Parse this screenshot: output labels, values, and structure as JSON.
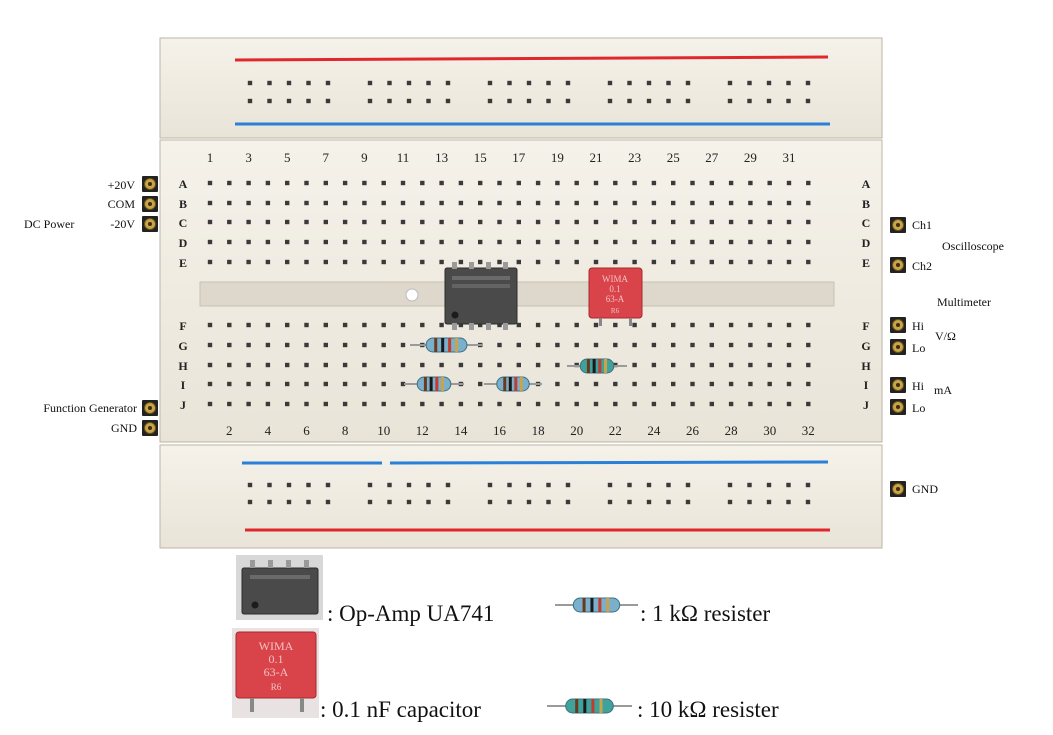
{
  "columns_top": [
    "1",
    "3",
    "5",
    "7",
    "9",
    "11",
    "13",
    "15",
    "17",
    "19",
    "21",
    "23",
    "25",
    "27",
    "29",
    "31"
  ],
  "columns_bottom": [
    "2",
    "4",
    "6",
    "8",
    "10",
    "12",
    "14",
    "16",
    "18",
    "20",
    "22",
    "24",
    "26",
    "28",
    "30",
    "32"
  ],
  "rows_top": [
    "A",
    "B",
    "C",
    "D",
    "E"
  ],
  "rows_bottom": [
    "F",
    "G",
    "H",
    "I",
    "J"
  ],
  "left_terminals": {
    "plus20v": "+20V",
    "com": "COM",
    "minus20v": "-20V",
    "dc_power": "DC Power",
    "function_generator": "Function Generator",
    "gnd": "GND"
  },
  "right_terminals": {
    "ch1": "Ch1",
    "ch2": "Ch2",
    "oscilloscope": "Oscilloscope",
    "multimeter": "Multimeter",
    "hi1": "Hi",
    "lo1": "Lo",
    "vohm": "V/Ω",
    "hi2": "Hi",
    "lo2": "Lo",
    "ma": "mA",
    "gnd": "GND"
  },
  "capacitor_marking": [
    "WIMA",
    "0.1",
    "63-A",
    "R6"
  ],
  "legend": {
    "opamp": ": Op-Amp UA741",
    "r1k": ": 1 kΩ resister",
    "cap": ": 0.1 nF capacitor",
    "r10k": ": 10 kΩ resister"
  },
  "colors": {
    "board": "#f2eee4",
    "hole": "#3a3a3a",
    "red_rail": "#e0282c",
    "blue_rail": "#2a7fd8",
    "opamp": "#4a4a4a",
    "capacitor": "#d9444a",
    "resistor_1k": "#7ab0cc",
    "resistor_10k": "#3fa39b"
  }
}
